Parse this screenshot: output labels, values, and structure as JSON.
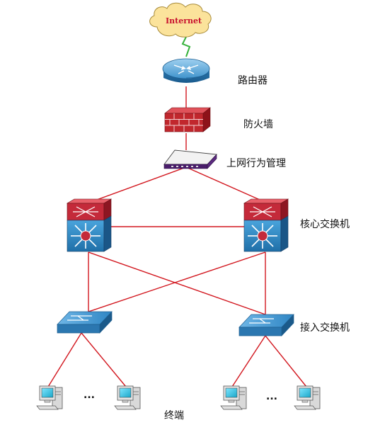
{
  "labels": {
    "internet": "Internet",
    "router": "路由器",
    "firewall": "防火墙",
    "behavior_mgmt": "上网行为管理",
    "core_switch": "核心交换机",
    "access_switch": "接入交换机",
    "terminals": "终端",
    "ellipsis": "..."
  },
  "colors": {
    "link_red": "#d2161e",
    "link_green": "#35b23a",
    "cloud": "#fbe39b",
    "router_blue": "#2f82b8",
    "firewall_red": "#c1272d",
    "switch_blue": "#3a8ec8",
    "core_red": "#c42a3a"
  },
  "icons": [
    "cloud-icon",
    "router-icon",
    "firewall-icon",
    "appliance-icon",
    "core-switch-icon",
    "access-switch-icon",
    "computer-icon"
  ]
}
